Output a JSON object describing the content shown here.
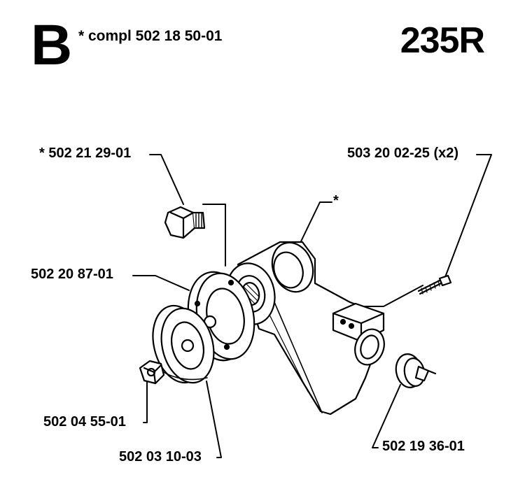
{
  "header": {
    "section_letter": "B",
    "compl_text": "* compl 502 18 50-01",
    "model": "235R"
  },
  "parts": {
    "plug": "* 502 21 29-01",
    "screw": "503 20 02-25 (x2)",
    "housing": "*",
    "flange": "502 20 87-01",
    "nut": "502 04 55-01",
    "support_cup": "502 03 10-03",
    "clamp_nut": "502 19 36-01"
  }
}
